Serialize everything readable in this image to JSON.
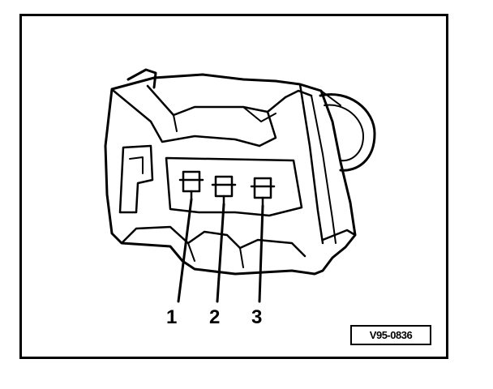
{
  "figure": {
    "pin_labels": [
      "1",
      "2",
      "3"
    ],
    "reference_code": "V95-0836"
  }
}
